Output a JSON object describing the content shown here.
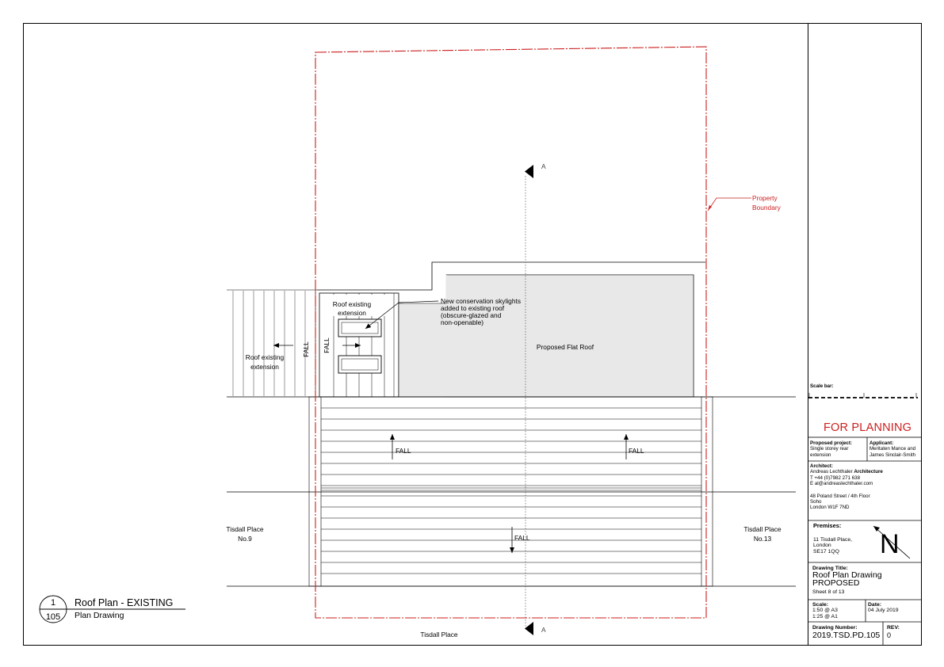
{
  "drawing": {
    "labels": {
      "section_marker_top": "A",
      "section_marker_bottom": "A",
      "property_boundary_line1": "Property",
      "property_boundary_line2": "Boundary",
      "roof_existing_ext_left_line1": "Roof existing",
      "roof_existing_ext_left_line2": "extension",
      "roof_existing_ext_mid_line1": "Roof existing",
      "roof_existing_ext_mid_line2": "extension",
      "skylight_note_line1": "New conservation skylights",
      "skylight_note_line2": "added to existing roof",
      "skylight_note_line3": "(obscure-glazed and",
      "skylight_note_line4": "non-openable)",
      "proposed_flat_roof": "Proposed Flat Roof",
      "fall_1": "FALL",
      "fall_2": "FALL",
      "fall_3": "FALL",
      "fall_4": "FALL",
      "fall_5": "FALL",
      "tisdall_no9_line1": "Tisdall Place",
      "tisdall_no9_line2": "No.9",
      "tisdall_no13_line1": "Tisdall Place",
      "tisdall_no13_line2": "No.13",
      "tisdall_place": "Tisdall Place"
    },
    "callout": {
      "number": "1",
      "sheet": "105",
      "title": "Roof Plan - EXISTING",
      "subtitle": "Plan Drawing"
    },
    "colors": {
      "boundary_red": "#cc1f1f",
      "roof_fill": "#e8e8e8",
      "line": "#000000"
    }
  },
  "title_block": {
    "scale_bar_label": "Scale bar:",
    "status": "FOR PLANNING",
    "proposed_project_label": "Proposed project:",
    "proposed_project_line1": "Single storey rear",
    "proposed_project_line2": "extension",
    "applicant_label": "Applicant:",
    "applicant_line1": "Meritaten Mance and",
    "applicant_line2": "James Sinclair-Smith",
    "architect_label": "Architect:",
    "architect_name_regular": "Andreas Lechthaler ",
    "architect_name_bold": "Architecture",
    "architect_phone": "T  +44 (0)7982 271 638",
    "architect_email": "E  al@andreaslechthaler.com",
    "address_line1": "48 Poland Street / 4th Floor",
    "address_line2": "Soho",
    "address_line3": "London W1F 7ND",
    "premises_label": "Premises:",
    "premises_line1": "11 Tisdall Place,",
    "premises_line2": "London",
    "premises_line3": "SE17 1QQ",
    "north_letter": "N",
    "drawing_title_label": "Drawing Title:",
    "drawing_title_line1": "Roof Plan Drawing",
    "drawing_title_line2": "PROPOSED",
    "sheet": "Sheet 8 of 13",
    "scale_label": "Scale:",
    "scale_line1": "1:50 @ A3",
    "scale_line2": "1:25 @ A1",
    "date_label": "Date:",
    "date_value": "04 July 2019",
    "drawing_number_label": "Drawing Number:",
    "drawing_number": "2019.TSD.PD.105",
    "rev_label": "REV:",
    "rev_value": "0"
  }
}
